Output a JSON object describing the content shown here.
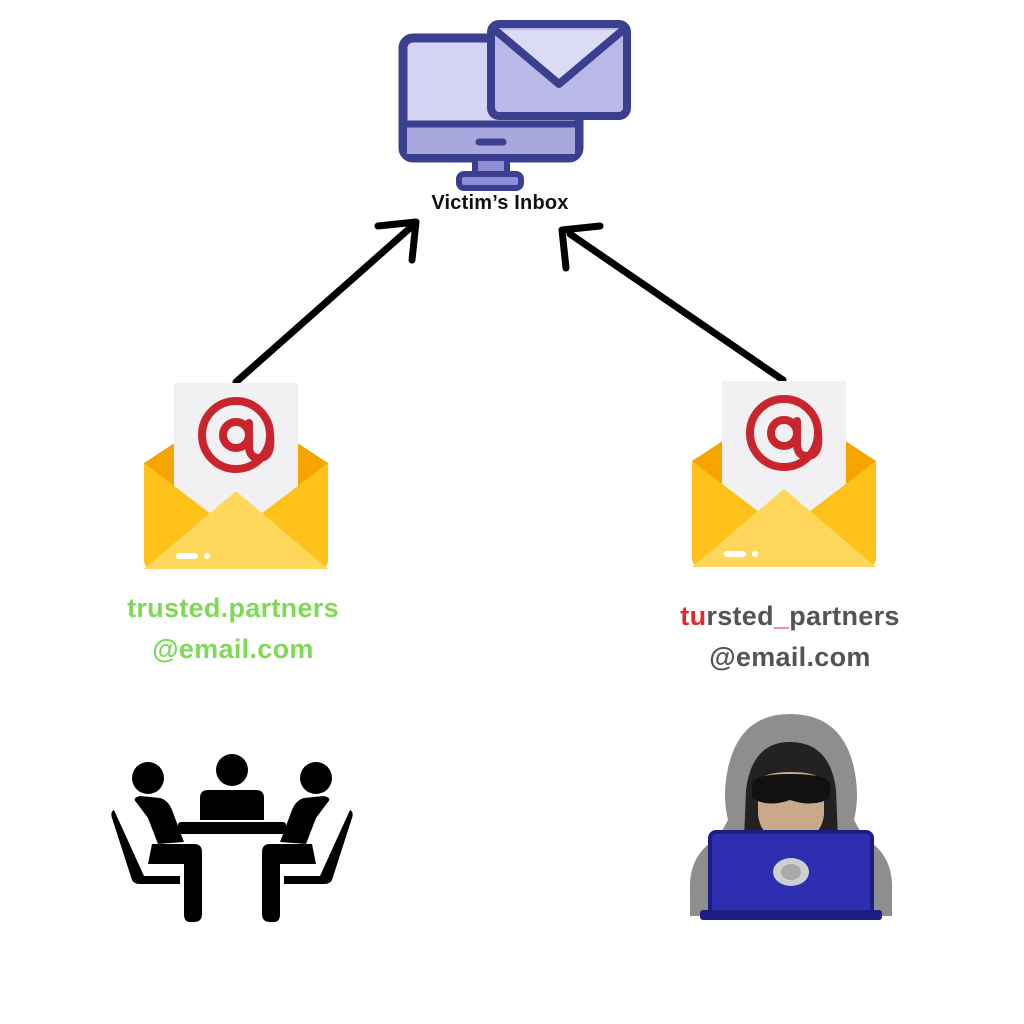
{
  "inbox": {
    "label": "Victim’s Inbox",
    "icon": "monitor-mail-icon"
  },
  "legit_sender": {
    "address_line1": "trusted.partners",
    "address_line2": "@email.com",
    "color": "#7ed957",
    "envelope_icon": "open-envelope-at-icon",
    "figure_icon": "meeting-table-people-icon"
  },
  "spoof_sender": {
    "address_line1_typo": "tu",
    "address_line1_mid": "rsted",
    "address_line1_underscore": "_",
    "address_line1_rest": "partners",
    "address_line2": "@email.com",
    "color": "#545454",
    "highlight_color": "#e02b2b",
    "envelope_icon": "open-envelope-at-icon",
    "figure_icon": "hooded-hacker-laptop-icon"
  },
  "colors": {
    "monitor_stroke": "#3b3f8f",
    "monitor_fill": "#b9b8e6",
    "envelope_yellow": "#ffc21a",
    "at_red": "#c9252c",
    "arrow": "#000000"
  }
}
